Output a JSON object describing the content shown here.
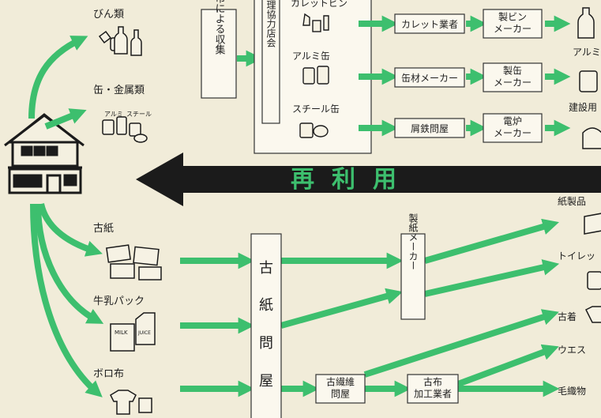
{
  "sources": {
    "bottles": "びん類",
    "cans": "缶・金属類",
    "newspaper": "古紙",
    "milk_pack": "牛乳パック",
    "rags": "ボロ布"
  },
  "city_collection": "市による収集",
  "dealer_association": "原有価物処理協力店会",
  "recyclables": {
    "cullet_bottle": "カレットビン",
    "aluminum_can": "アルミ缶",
    "steel_can": "スチール缶"
  },
  "processors": {
    "cullet_dealer": "カレット業者",
    "can_material_maker": "缶材メーカー",
    "scrap_iron_dealer": "屑鉄問屋",
    "bottle_maker": "製ビン\nメーカー",
    "can_maker": "製缶\nメーカー",
    "electric_furnace_maker": "電炉\nメーカー"
  },
  "reuse_label": "再利用",
  "paper_wholesaler": "古紙問屋",
  "paper_maker": "製紙メーカー",
  "textile_wholesaler": "古繊維\n問屋",
  "cloth_processor": "古布\n加工業者",
  "products": {
    "aluminum": "アルミ",
    "construction": "建設用",
    "paper_products": "紙製品",
    "toilet": "トイレッ",
    "used_clothes": "古着",
    "waste_cloth": "ウエス",
    "woolen": "毛織物"
  },
  "icon_labels": {
    "alumi_mark": "アルミ",
    "steel_mark": "スチール",
    "milk_mark": "MILK",
    "juice_mark": "JUICE"
  },
  "colors": {
    "arrow_green": "#3dbf6e",
    "big_arrow": "#1b1b1b",
    "reuse_text": "#3dbf6e",
    "background": "#f1ecd9"
  },
  "icons": [
    "house-icon",
    "bottles-icon",
    "cans-icon",
    "newspaper-icon",
    "milk-pack-icon",
    "rags-icon"
  ]
}
